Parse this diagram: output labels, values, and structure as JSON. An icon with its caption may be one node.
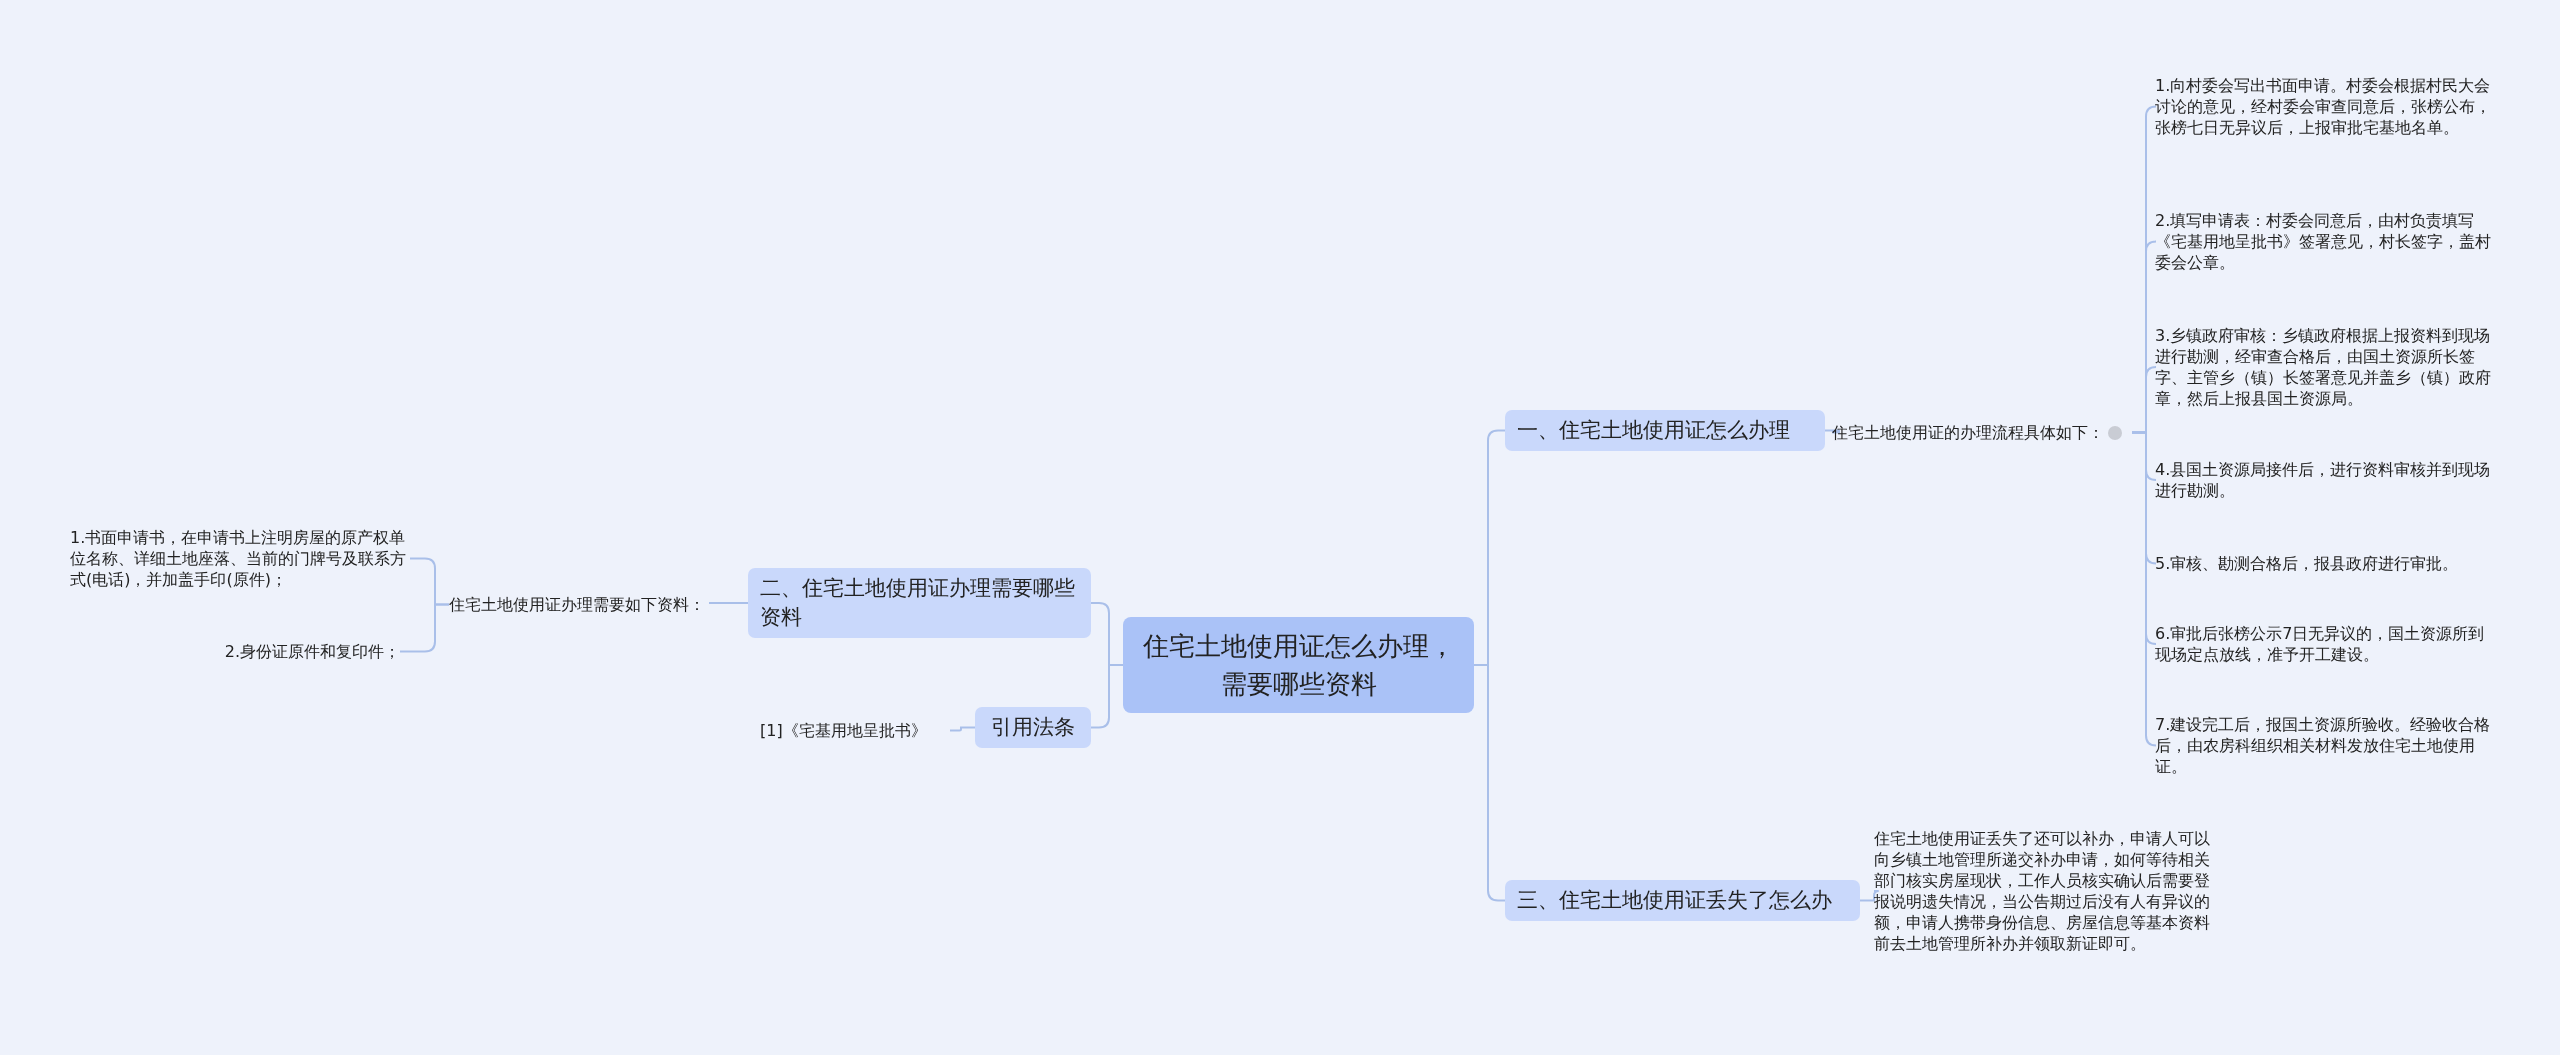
{
  "diagram": {
    "nodes": [
      {
        "text": [
          "住宅土地使用证怎么办理，需要哪些资料"
        ]
      },
      {
        "text": [
          "一、住宅土地使用证怎么办理"
        ]
      },
      {
        "text": [
          "住宅土地使用证的办理流程具体如下："
        ]
      },
      {
        "text": [
          "1.向村委会写出书面申请。村委会根据村民大会讨论的意见，经村委会审查同意后，张榜公布，张榜七日无异议后，上报审批宅基地名单。"
        ]
      },
      {
        "text": [
          "2.填写申请表：村委会同意后，由村负责填写《宅基用地呈批书》签署意见，村长签字，盖村委会公章。"
        ]
      },
      {
        "text": [
          "3.乡镇政府审核：乡镇政府根据上报资料到现场进行勘测，经审查合格后，由国土资源所长签字、主管乡（镇）长签署意见并盖乡（镇）政府章，然后上报县国土资源局。"
        ]
      },
      {
        "text": [
          "4.县国土资源局接件后，进行资料审核并到现场进行勘测。"
        ]
      },
      {
        "text": [
          "5.审核、勘测合格后，报县政府进行审批。"
        ]
      },
      {
        "text": [
          "6.审批后张榜公示7日无异议的，国土资源所到现场定点放线，准予开工建设。"
        ]
      },
      {
        "text": [
          "7.建设完工后，报国土资源所验收。经验收合格后，由农房科组织相关材料发放住宅土地使用证。"
        ]
      },
      {
        "text": [
          "三、住宅土地使用证丢失了怎么办"
        ]
      },
      {
        "text": [
          "住宅土地使用证丢失了还可以补办，申请人可以向乡镇土地管理所递交补办申请，如何等待相关部门核实房屋现状，工作人员核实确认后需要登报说明遗失情况，当公告期过后没有人有异议的额，申请人携带身份信息、房屋信息等基本资料前去土地管理所补办并领取新证即可。"
        ]
      },
      {
        "text": [
          "二、住宅土地使用证办理需要哪些资料"
        ]
      },
      {
        "text": [
          "住宅土地使用证办理需要如下资料："
        ]
      },
      {
        "text": [
          "1.书面申请书，在申请书上注明房屋的原产权单位名称、详细土地座落、当前的门牌号及联系方式(电话)，并加盖手印(原件)；"
        ]
      },
      {
        "text": [
          "2.身份证原件和复印件；"
        ]
      },
      {
        "text": [
          "引用法条"
        ]
      },
      {
        "text": [
          "[1]《宅基用地呈批书》"
        ]
      }
    ],
    "edges": [
      {
        "from": 0,
        "to": 1,
        "arrow": "none"
      },
      {
        "from": 0,
        "to": 10,
        "arrow": "none"
      },
      {
        "from": 0,
        "to": 12,
        "arrow": "none"
      },
      {
        "from": 0,
        "to": 16,
        "arrow": "none"
      },
      {
        "from": 1,
        "to": 2,
        "arrow": "none"
      },
      {
        "from": 2,
        "to": 3,
        "arrow": "none"
      },
      {
        "from": 2,
        "to": 4,
        "arrow": "none"
      },
      {
        "from": 2,
        "to": 5,
        "arrow": "none"
      },
      {
        "from": 2,
        "to": 6,
        "arrow": "none"
      },
      {
        "from": 2,
        "to": 7,
        "arrow": "none"
      },
      {
        "from": 2,
        "to": 8,
        "arrow": "none"
      },
      {
        "from": 2,
        "to": 9,
        "arrow": "none"
      },
      {
        "from": 10,
        "to": 11,
        "arrow": "none"
      },
      {
        "from": 12,
        "to": 13,
        "arrow": "none"
      },
      {
        "from": 13,
        "to": 14,
        "arrow": "none"
      },
      {
        "from": 13,
        "to": 15,
        "arrow": "none"
      },
      {
        "from": 16,
        "to": 17,
        "arrow": "none"
      }
    ]
  }
}
